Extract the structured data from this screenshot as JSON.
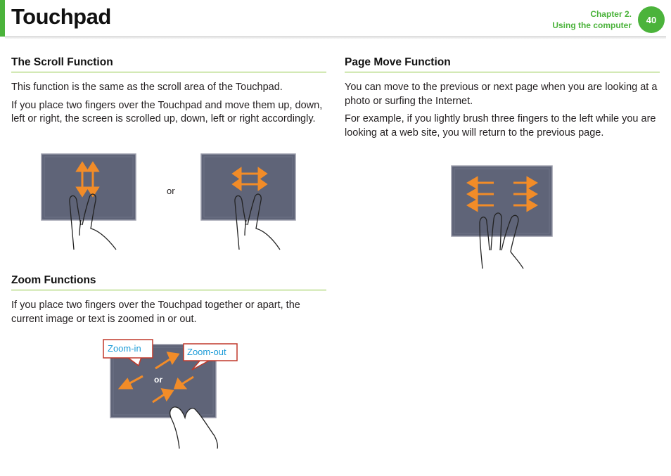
{
  "header": {
    "title": "Touchpad",
    "chapter": "Chapter 2.",
    "chapter_subtitle": "Using the computer",
    "page_number": "40"
  },
  "scroll": {
    "heading": "The Scroll Function",
    "p1": "This function is the same as the scroll area of the Touchpad.",
    "p2": "If you place two fingers over the Touchpad and move them up, down, left or right, the screen is scrolled up, down, left or right accordingly.",
    "or_label": "or"
  },
  "zoom": {
    "heading": "Zoom Functions",
    "p1": "If you place two fingers over the Touchpad together or apart, the current image or text is zoomed in or out.",
    "zoom_in_label": "Zoom-in",
    "zoom_out_label": "Zoom-out",
    "or_label": "or"
  },
  "page_move": {
    "heading": "Page Move Function",
    "p1": "You can move to the previous or next page when you are looking at a photo or surfing the Internet.",
    "p2": "For example, if you lightly brush three fingers to the left while you are looking at a web site, you will return to the previous page."
  },
  "colors": {
    "accent_green": "#4bb33b",
    "rule_green": "#8cc63f",
    "touchpad": "#5f6478",
    "arrow_orange": "#f28c28",
    "callout_red": "#c0392b",
    "callout_text": "#1b9bd7"
  }
}
